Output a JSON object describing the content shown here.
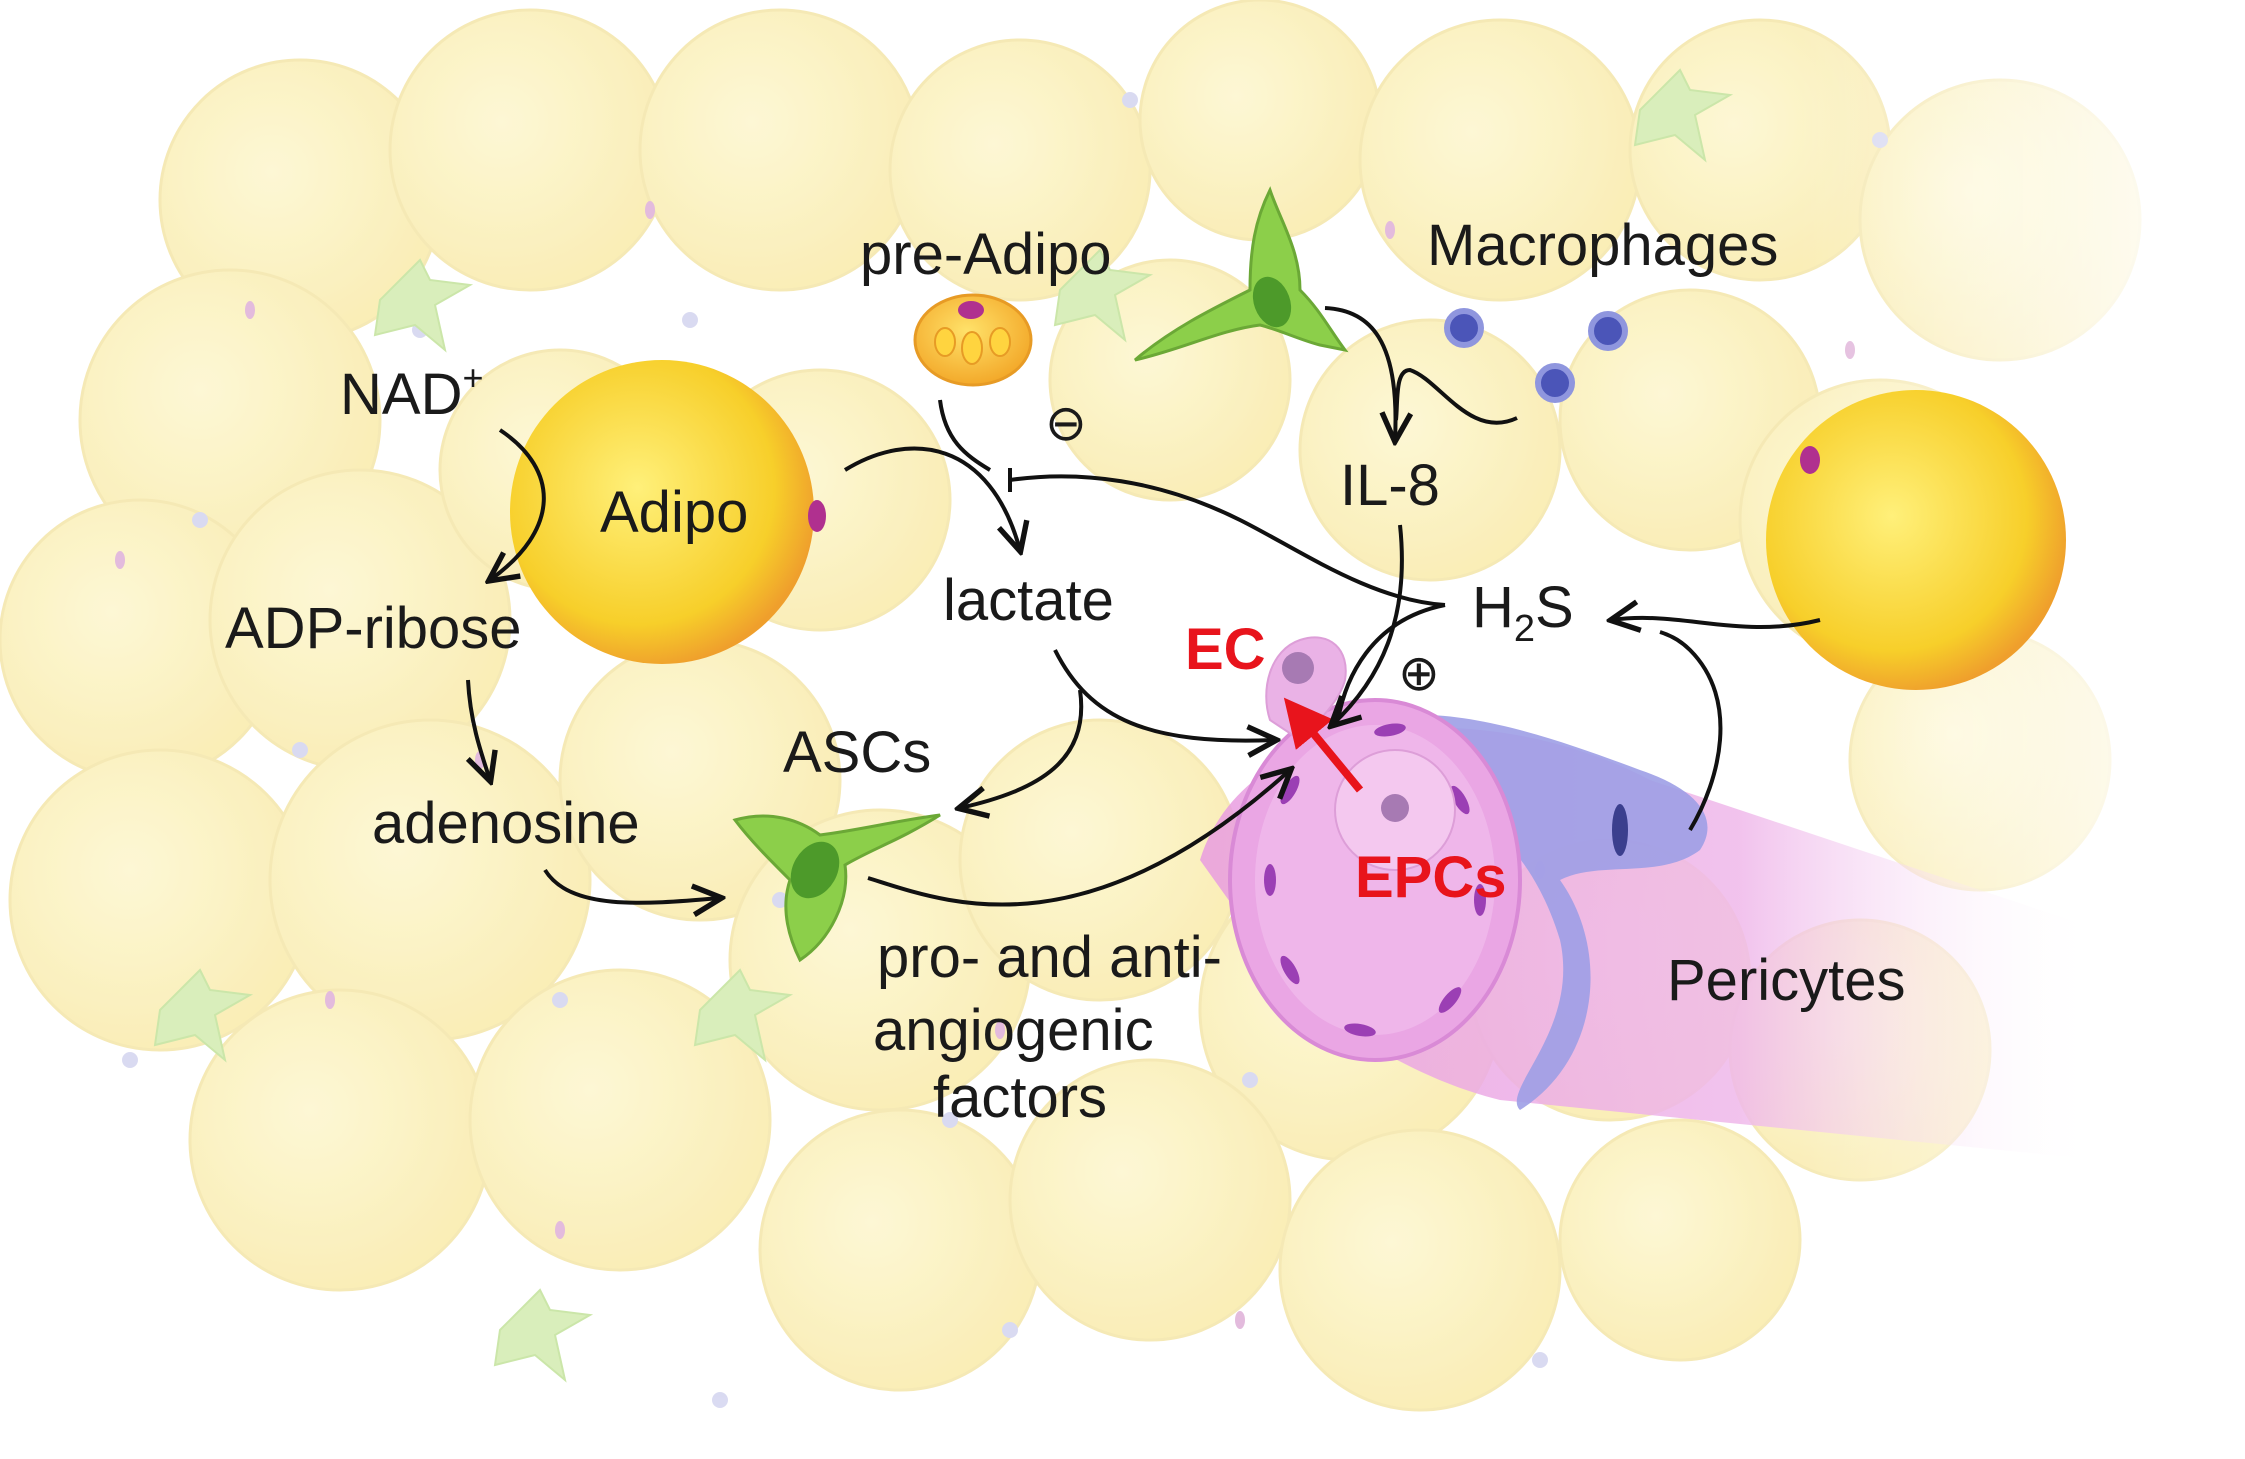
{
  "labels": {
    "nad": "NAD",
    "nad_sup": "+",
    "adp_ribose": "ADP-ribose",
    "adenosine": "adenosine",
    "adipo": "Adipo",
    "pre_adipo": "pre-Adipo",
    "lactate": "lactate",
    "ascs": "ASCs",
    "macrophages": "Macrophages",
    "il8": "IL-8",
    "h2s_h": "H",
    "h2s_sub": "2",
    "h2s_s": "S",
    "ec": "EC",
    "epcs": "EPCs",
    "pericytes": "Pericytes",
    "factors_line1": "pro- and anti-",
    "factors_line2": "angiogenic",
    "factors_line3": "factors",
    "inhibit_symbol": "⊖",
    "promote_symbol": "⊕"
  },
  "colors": {
    "adipocyte_fill": "#f7cf2a",
    "adipocyte_rim": "#f0a830",
    "nucleus": "#b0308f",
    "stromal_cell": "#8ccf4a",
    "macrophage": "#4b55b8",
    "vessel": "#e8a6e2",
    "pericyte": "#8c8fe0",
    "ec_arrow": "#e8141c",
    "background_fat": "#fbf1b4"
  }
}
